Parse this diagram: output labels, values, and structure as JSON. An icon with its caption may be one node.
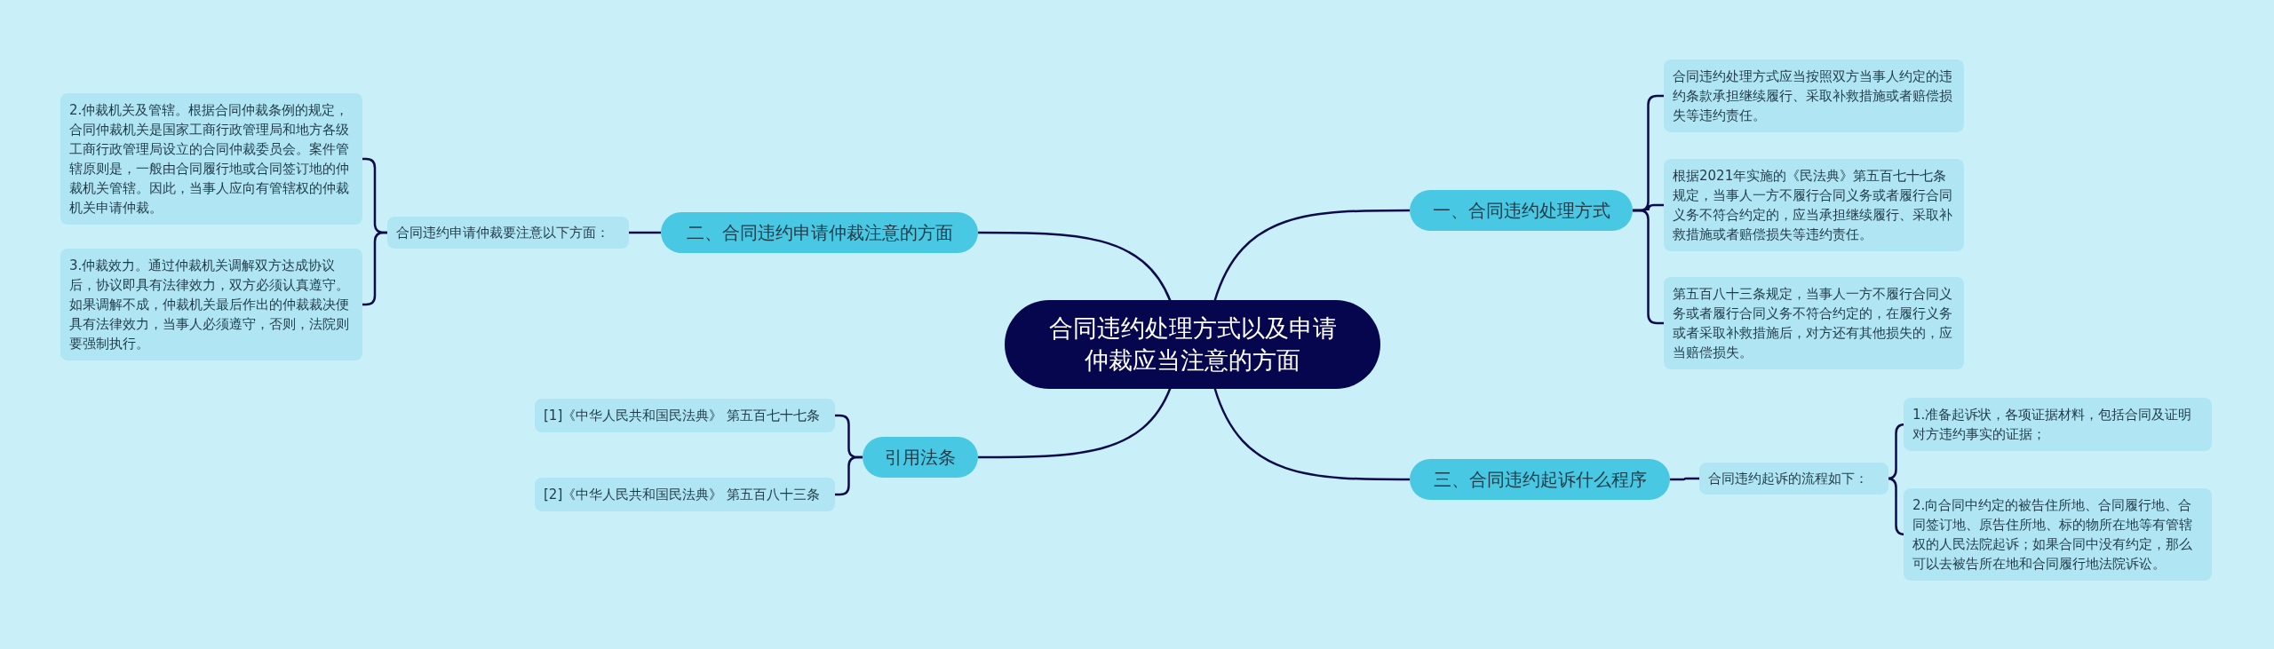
{
  "diagram": {
    "nodes": [
      {
        "text": [
          "合同违约处理方式以及申请仲裁应当注意的方面"
        ]
      },
      {
        "text": [
          "一、合同违约处理方式"
        ]
      },
      {
        "text": [
          "合同违约处理方式应当按照双方当事人约定的违约条款承担继续履行、采取补救措施或者赔偿损失等违约责任。"
        ]
      },
      {
        "text": [
          "根据2021年实施的《民法典》第五百七十七条规定，当事人一方不履行合同义务或者履行合同义务不符合约定的，应当承担继续履行、采取补救措施或者赔偿损失等违约责任。"
        ]
      },
      {
        "text": [
          "第五百八十三条规定，当事人一方不履行合同义务或者履行合同义务不符合约定的，在履行义务或者采取补救措施后，对方还有其他损失的，应当赔偿损失。"
        ]
      },
      {
        "text": [
          "三、合同违约起诉什么程序"
        ]
      },
      {
        "text": [
          "合同违约起诉的流程如下："
        ]
      },
      {
        "text": [
          "1.准备起诉状，各项证据材料，包括合同及证明对方违约事实的证据；"
        ]
      },
      {
        "text": [
          "2.向合同中约定的被告住所地、合同履行地、合同签订地、原告住所地、标的物所在地等有管辖权的人民法院起诉；如果合同中没有约定，那么可以去被告所在地和合同履行地法院诉讼。"
        ]
      },
      {
        "text": [
          "二、合同违约申请仲裁注意的方面"
        ]
      },
      {
        "text": [
          "合同违约申请仲裁要注意以下方面："
        ]
      },
      {
        "text": [
          "2.仲裁机关及管辖。根据合同仲裁条例的规定，合同仲裁机关是国家工商行政管理局和地方各级工商行政管理局设立的合同仲裁委员会。案件管辖原则是，一般由合同履行地或合同签订地的仲裁机关管辖。因此，当事人应向有管辖权的仲裁机关申请仲裁。"
        ]
      },
      {
        "text": [
          "3.仲裁效力。通过仲裁机关调解双方达成协议后，协议即具有法律效力，双方必须认真遵守。如果调解不成，仲裁机关最后作出的仲裁裁决便具有法律效力，当事人必须遵守，否则，法院则要强制执行。"
        ]
      },
      {
        "text": [
          "引用法条"
        ]
      },
      {
        "text": [
          "[1]《中华人民共和国民法典》 第五百七十七条"
        ]
      },
      {
        "text": [
          "[2]《中华人民共和国民法典》 第五百八十三条"
        ]
      }
    ],
    "edges": [
      {
        "from": 0,
        "to": 1,
        "arrow": "none"
      },
      {
        "from": 1,
        "to": 2,
        "arrow": "none"
      },
      {
        "from": 1,
        "to": 3,
        "arrow": "none"
      },
      {
        "from": 1,
        "to": 4,
        "arrow": "none"
      },
      {
        "from": 0,
        "to": 5,
        "arrow": "none"
      },
      {
        "from": 5,
        "to": 6,
        "arrow": "none"
      },
      {
        "from": 6,
        "to": 7,
        "arrow": "none"
      },
      {
        "from": 6,
        "to": 8,
        "arrow": "none"
      },
      {
        "from": 0,
        "to": 9,
        "arrow": "none"
      },
      {
        "from": 9,
        "to": 10,
        "arrow": "none"
      },
      {
        "from": 10,
        "to": 11,
        "arrow": "none"
      },
      {
        "from": 10,
        "to": 12,
        "arrow": "none"
      },
      {
        "from": 0,
        "to": 13,
        "arrow": "none"
      },
      {
        "from": 13,
        "to": 14,
        "arrow": "none"
      },
      {
        "from": 13,
        "to": 15,
        "arrow": "none"
      }
    ]
  }
}
